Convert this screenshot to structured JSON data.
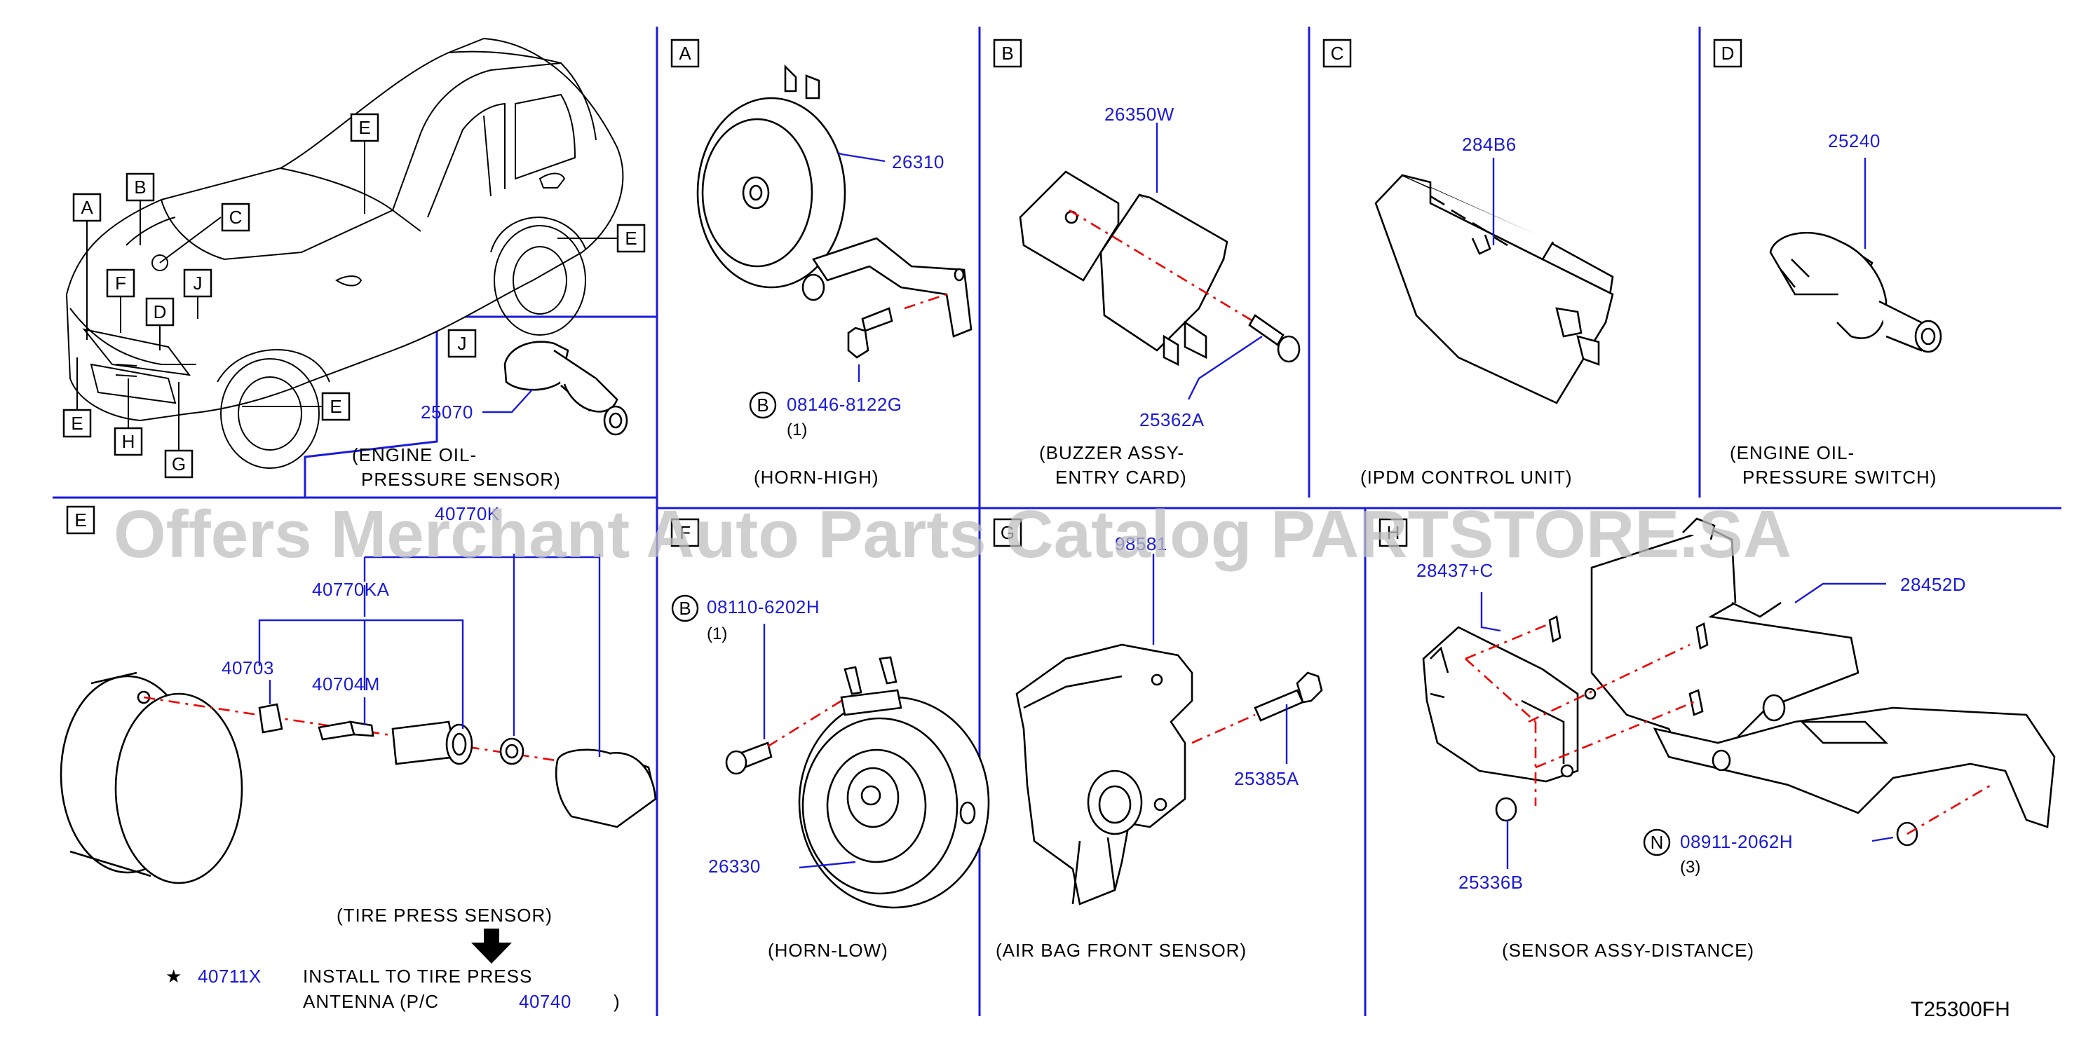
{
  "boxes": {
    "A": "A",
    "B": "B",
    "C": "C",
    "D": "D",
    "E": "E",
    "F": "F",
    "G": "G",
    "H": "H",
    "J": "J",
    "N": "N"
  },
  "panel_a": {
    "part": "26310",
    "bolt": "08146-8122G",
    "qty": "(1)",
    "caption": "(HORN-HIGH)"
  },
  "panel_b": {
    "part": "26350W",
    "bolt": "25362A",
    "caption_1": "(BUZZER  ASSY-",
    "caption_2": "ENTRY  CARD)"
  },
  "panel_c": {
    "part": "284B6",
    "caption": "(IPDM  CONTROL  UNIT)"
  },
  "panel_d": {
    "part": "25240",
    "caption_1": "(ENGINE  OIL-",
    "caption_2": "PRESSURE  SWITCH)"
  },
  "panel_j": {
    "part": "25070",
    "caption_1": "(ENGINE  OIL-",
    "caption_2": "PRESSURE  SENSOR)"
  },
  "panel_e": {
    "part_top": "40770K",
    "part_kit": "40770KA",
    "part_cap": "40703",
    "part_valve": "40704M",
    "caption": "(TIRE  PRESS  SENSOR)",
    "star": "★",
    "note_part": "40711X",
    "note_1": "INSTALL  TO  TIRE  PRESS",
    "note_2": "ANTENNA  (P/C",
    "note_part_2": "40740",
    "note_close": ")"
  },
  "panel_f": {
    "bolt": "08110-6202H",
    "qty": "(1)",
    "part": "26330",
    "caption": "(HORN-LOW)"
  },
  "panel_g": {
    "part": "98581",
    "bolt": "25385A",
    "caption": "(AIR  BAG  FRONT  SENSOR)"
  },
  "panel_h": {
    "part_sensor": "28437+C",
    "part_bracket": "28452D",
    "nut": "25336B",
    "bolt": "08911-2062H",
    "qty": "(3)",
    "caption": "(SENSOR  ASSY-DISTANCE)"
  },
  "watermark": "Offers Merchant Auto Parts Catalog PARTSTORE.SA",
  "diagram_code": "T25300FH",
  "colors": {
    "part_number": "#1a1adc",
    "leader": "#1a1adc",
    "centerline": "#e00000",
    "watermark": "#bfbfbf"
  }
}
